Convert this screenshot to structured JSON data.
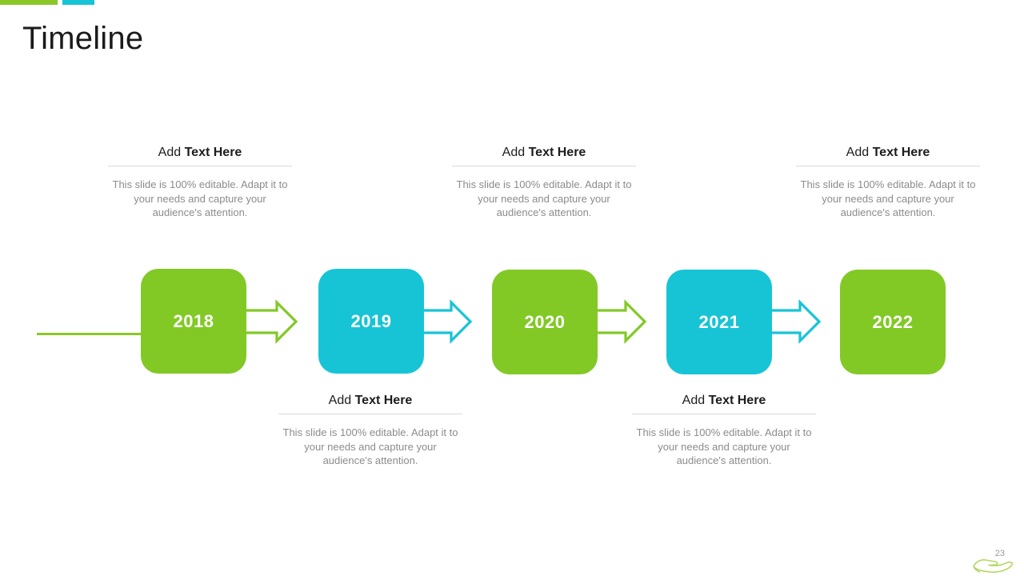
{
  "slide": {
    "title": "Timeline",
    "page_number": "23",
    "accents": {
      "green": "#8BC727",
      "cyan": "#17C4D6"
    },
    "brand_icon": "open-hand-icon"
  },
  "theme": {
    "green": "#82C926",
    "cyan": "#17C4D6",
    "heading_color": "#1d1d1d",
    "body_color": "#8c8c8c",
    "rule_color": "#d8d8d8",
    "node_text_color": "#ffffff"
  },
  "timeline": {
    "baseline_icon": "timeline-baseline",
    "nodes": [
      {
        "year": "2018",
        "color": "green",
        "icon": "year-node-2018"
      },
      {
        "year": "2019",
        "color": "cyan",
        "icon": "year-node-2019"
      },
      {
        "year": "2020",
        "color": "green",
        "icon": "year-node-2020"
      },
      {
        "year": "2021",
        "color": "cyan",
        "icon": "year-node-2021"
      },
      {
        "year": "2022",
        "color": "green",
        "icon": "year-node-2022"
      }
    ],
    "connectors": [
      {
        "icon": "arrow-right-icon",
        "color": "green"
      },
      {
        "icon": "arrow-right-icon",
        "color": "cyan"
      },
      {
        "icon": "arrow-right-icon",
        "color": "green"
      },
      {
        "icon": "arrow-right-icon",
        "color": "cyan"
      }
    ],
    "callouts": [
      {
        "position": "above",
        "heading_prefix": "Add ",
        "heading_strong": "Text Here",
        "body": "This slide is 100% editable. Adapt it to your needs and capture your audience's attention."
      },
      {
        "position": "below",
        "heading_prefix": "Add ",
        "heading_strong": "Text Here",
        "body": "This slide is 100% editable. Adapt it to your needs and capture your audience's attention."
      },
      {
        "position": "above",
        "heading_prefix": "Add ",
        "heading_strong": "Text Here",
        "body": "This slide is 100% editable. Adapt it to your needs and capture your audience's attention."
      },
      {
        "position": "below",
        "heading_prefix": "Add ",
        "heading_strong": "Text Here",
        "body": "This slide is 100% editable. Adapt it to your needs and capture your audience's attention."
      },
      {
        "position": "above",
        "heading_prefix": "Add ",
        "heading_strong": "Text Here",
        "body": "This slide is 100% editable. Adapt it to your needs and capture your audience's attention."
      }
    ]
  }
}
